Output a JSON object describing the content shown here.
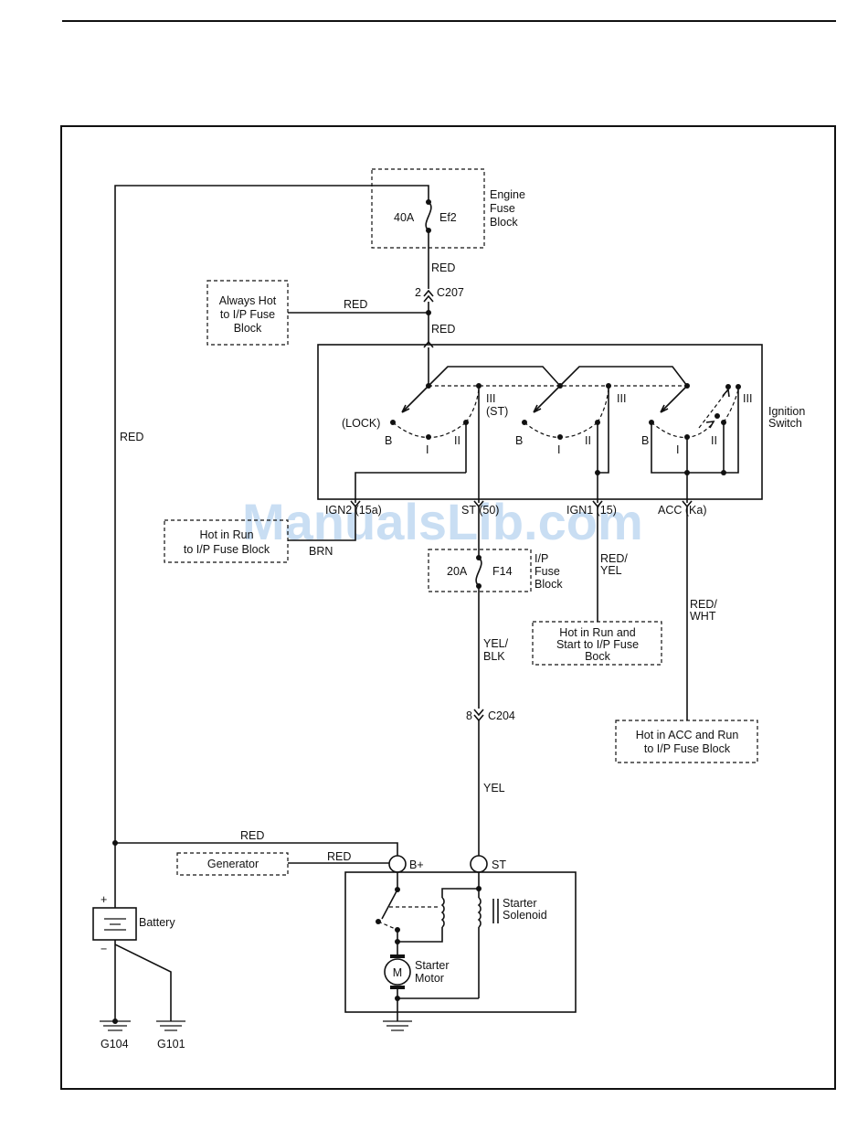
{
  "watermark": "ManualsLib.com",
  "fuse_block": {
    "title_line1": "Engine",
    "title_line2": "Fuse",
    "title_line3": "Block",
    "fuse_rating": "40A",
    "fuse_id": "Ef2"
  },
  "always_hot": {
    "line1": "Always Hot",
    "line2": "to I/P Fuse",
    "line3": "Block"
  },
  "wire": {
    "red": "RED",
    "brn": "BRN",
    "red_yel_1": "RED/",
    "red_yel_2": "YEL",
    "red_wht_1": "RED/",
    "red_wht_2": "WHT",
    "yel_blk_1": "YEL/",
    "yel_blk_2": "BLK",
    "yel": "YEL"
  },
  "c207": {
    "pin": "2",
    "label": "C207"
  },
  "c204": {
    "pin": "8",
    "label": "C204"
  },
  "ignition": {
    "title_line1": "Ignition",
    "title_line2": "Switch",
    "lock": "(LOCK)",
    "st_pos": "(ST)",
    "b": "B",
    "i": "I",
    "ii": "II",
    "iii": "III"
  },
  "terminals": {
    "ign2": "IGN2 (15a)",
    "st": "ST (50)",
    "ign1": "IGN1 (15)",
    "acc": "ACC (Ka)"
  },
  "hot_run": {
    "line1": "Hot in Run",
    "line2": "to I/P Fuse Block"
  },
  "ip_fuse": {
    "title_line1": "I/P",
    "title_line2": "Fuse",
    "title_line3": "Block",
    "rating": "20A",
    "id": "F14"
  },
  "hot_run_start": {
    "line1": "Hot in Run and",
    "line2": "Start to I/P Fuse",
    "line3": "Bock"
  },
  "hot_acc_run": {
    "line1": "Hot in ACC and Run",
    "line2": "to I/P Fuse Block"
  },
  "generator": "Generator",
  "b_plus": "B+",
  "st_terminal": "ST",
  "solenoid": {
    "line1": "Starter",
    "line2": "Solenoid"
  },
  "motor": {
    "symbol": "M",
    "line1": "Starter",
    "line2": "Motor"
  },
  "battery": {
    "label": "Battery",
    "plus": "+",
    "minus": "−"
  },
  "grounds": {
    "g104": "G104",
    "g101": "G101"
  }
}
